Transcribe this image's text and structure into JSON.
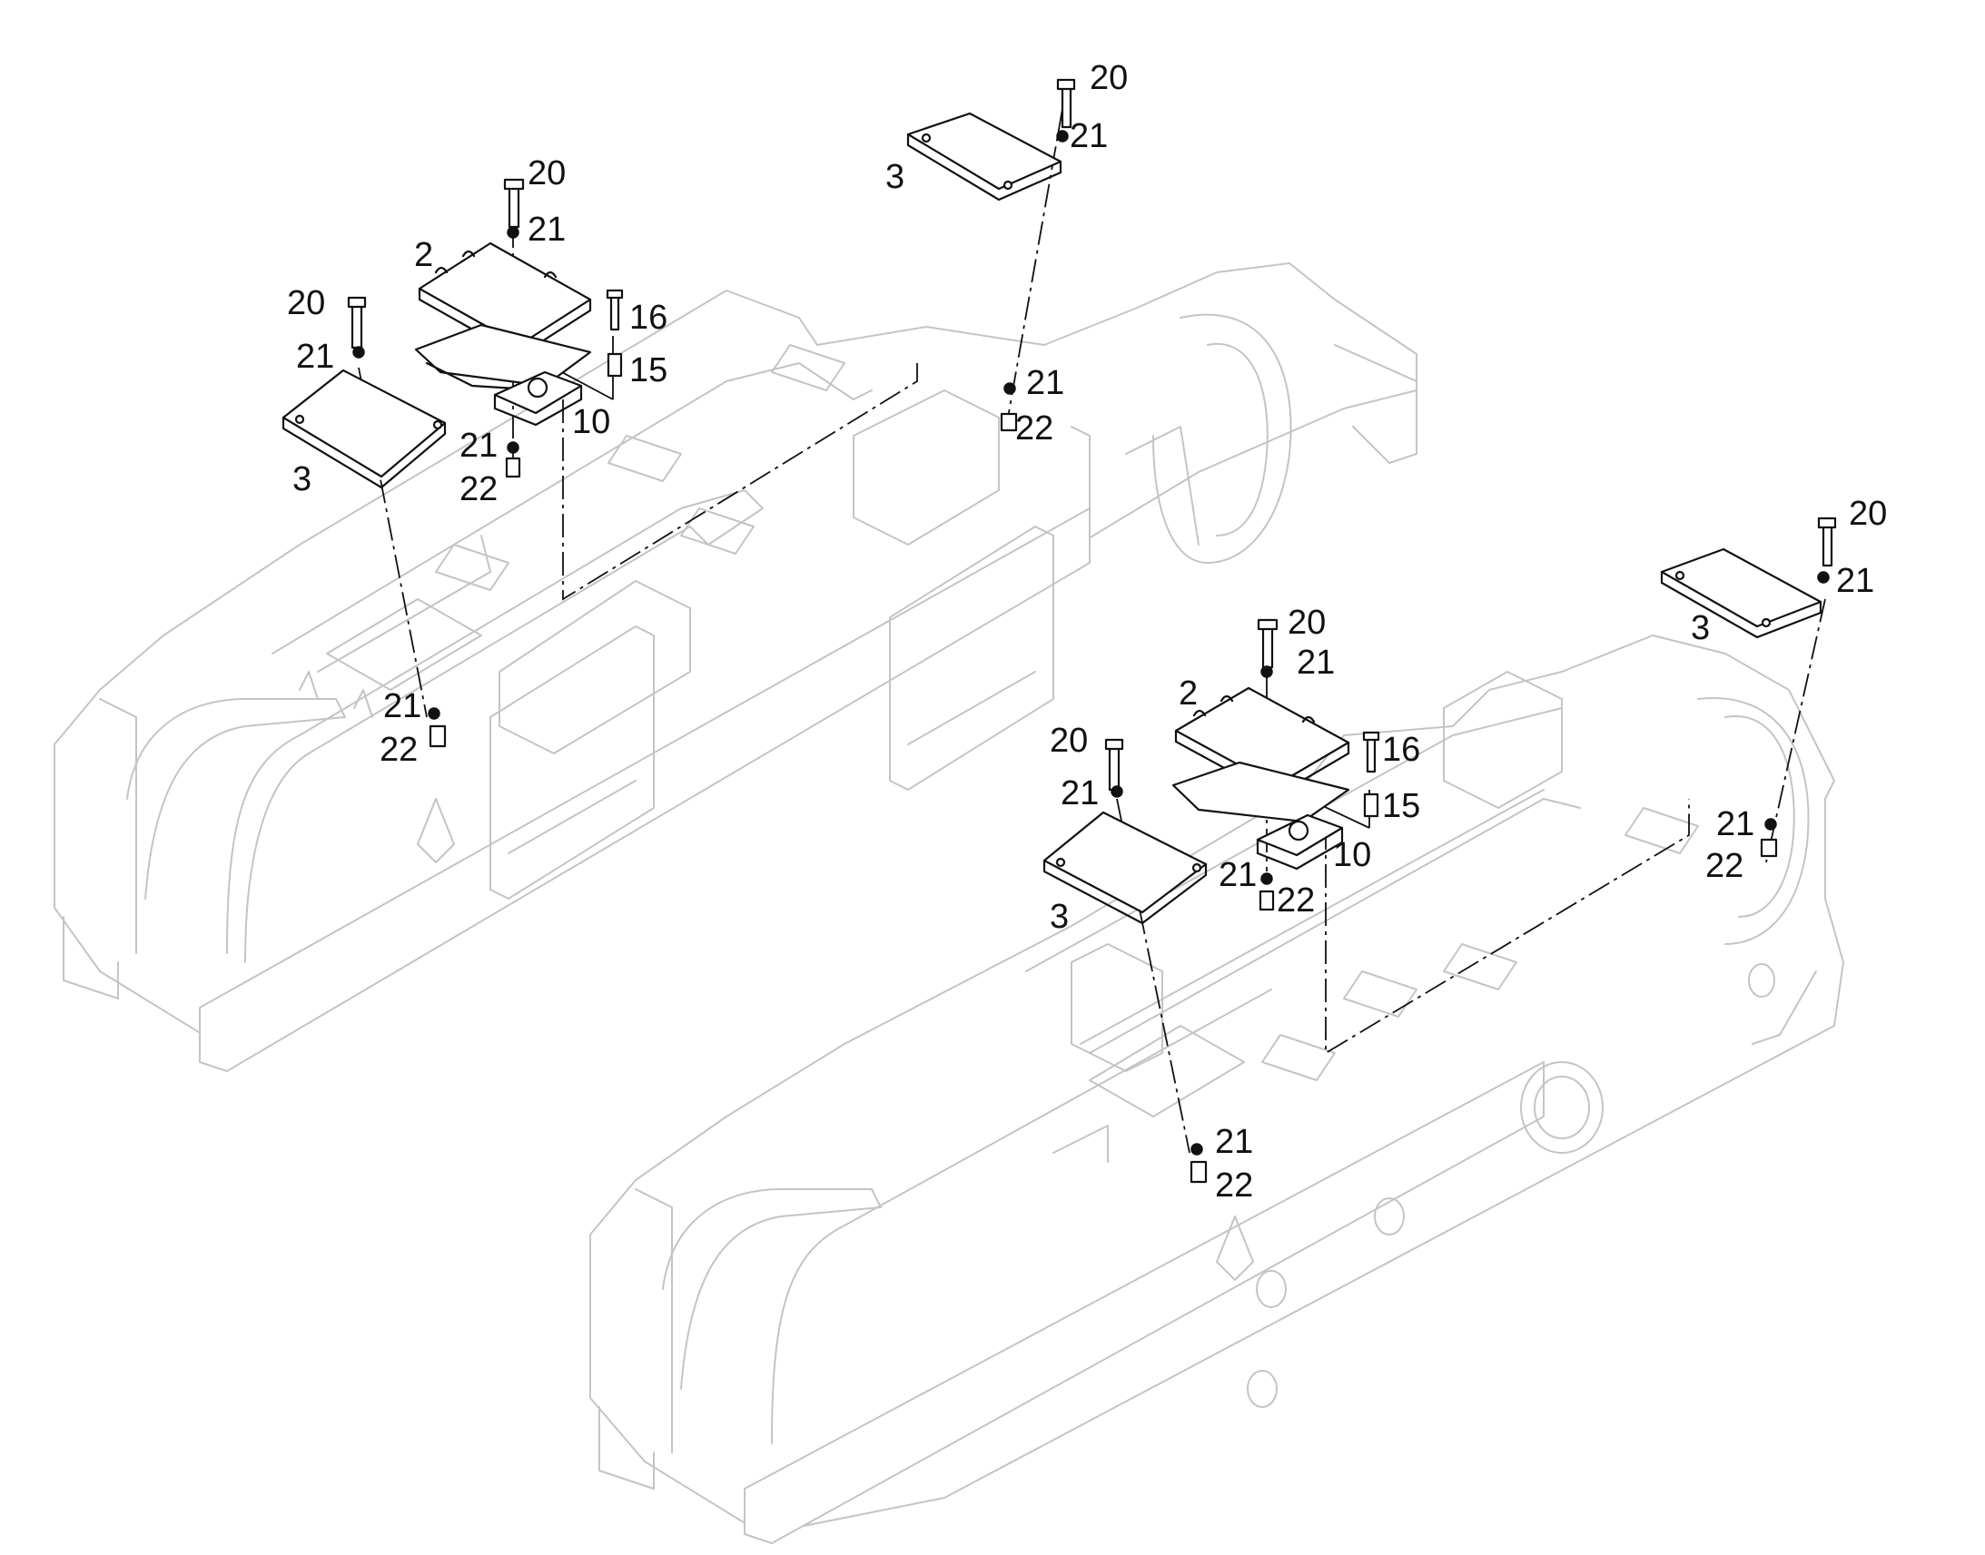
{
  "figure": {
    "assemblies": [
      {
        "id": "upper-left-track-frame",
        "callouts": [
          "20",
          "21",
          "2",
          "16",
          "15",
          "10",
          "21",
          "22",
          "20",
          "21",
          "3",
          "21",
          "22",
          "20",
          "21",
          "3",
          "21",
          "22"
        ]
      },
      {
        "id": "lower-right-track-frame",
        "callouts": [
          "20",
          "21",
          "2",
          "16",
          "15",
          "10",
          "21",
          "22",
          "20",
          "21",
          "3",
          "21",
          "22",
          "20",
          "21",
          "3",
          "21",
          "22"
        ]
      }
    ]
  },
  "colors": {
    "frame_outline": "#c4c4c4",
    "part_outline": "#111111",
    "background": "#ffffff"
  }
}
